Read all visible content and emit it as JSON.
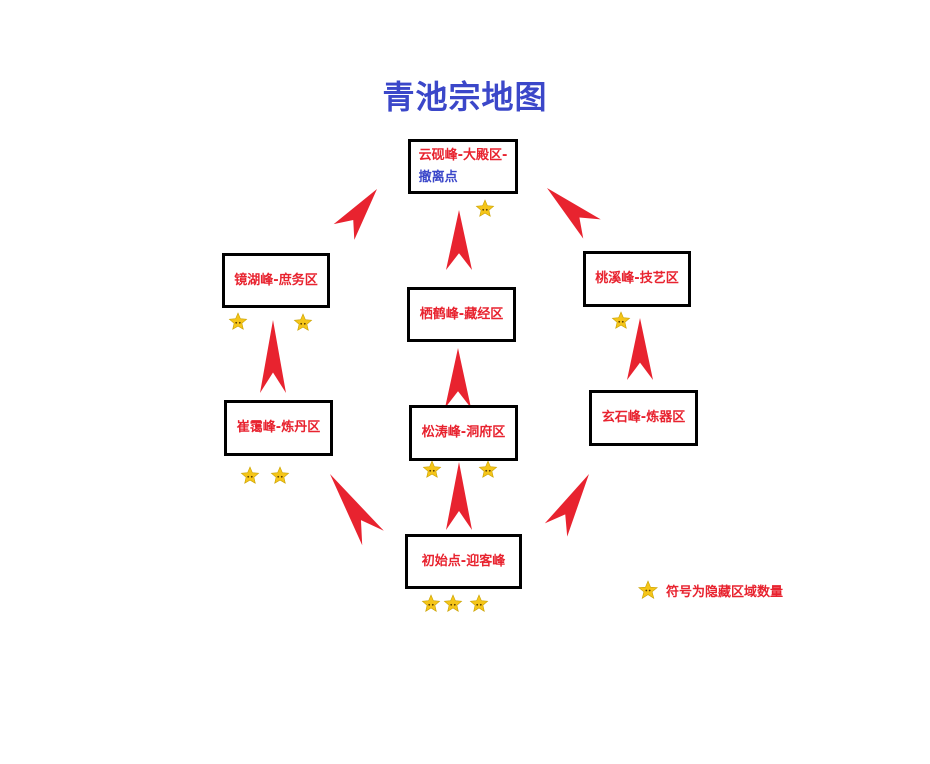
{
  "title": "青池宗地图",
  "colors": {
    "title": "#3b47c9",
    "node_text": "#e8232f",
    "arrow": "#e8232f",
    "star": "#f5c518"
  },
  "nodes": [
    {
      "id": "cloud",
      "line1": "云砚峰-大殿区-",
      "line2": "撤离点",
      "stars": 1
    },
    {
      "id": "mirror",
      "line1": "镜湖峰-庶务区",
      "line2": "",
      "stars": 2
    },
    {
      "id": "crane",
      "line1": "栖鹤峰-藏经区",
      "line2": "",
      "stars": 0
    },
    {
      "id": "peach",
      "line1": "桃溪峰-技艺区",
      "line2": "",
      "stars": 1
    },
    {
      "id": "cui",
      "line1": "崔霭峰-炼丹区",
      "line2": "",
      "stars": 2
    },
    {
      "id": "pine",
      "line1": "松涛峰-洞府区",
      "line2": "",
      "stars": 2
    },
    {
      "id": "xuan",
      "line1": "玄石峰-炼器区",
      "line2": "",
      "stars": 0
    },
    {
      "id": "start",
      "line1": "初始点-迎客峰",
      "line2": "",
      "stars": 3
    }
  ],
  "legend": {
    "text": "符号为隐藏区域数量",
    "icon": "star-icon"
  }
}
